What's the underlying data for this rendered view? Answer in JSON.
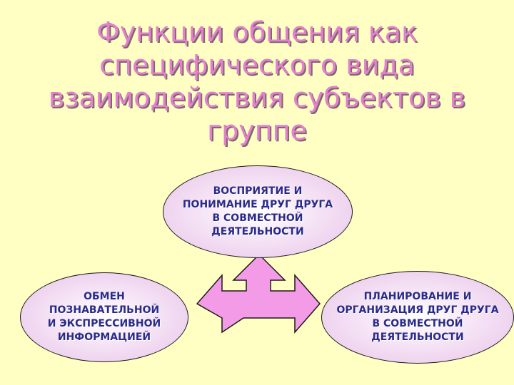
{
  "slide": {
    "title_lines": [
      "Функции общения как",
      "специфического вида",
      "взаимодействия субъектов в",
      "группе"
    ]
  },
  "diagram": {
    "top": "ВОСПРИЯТИЕ И\nПОНИМАНИЕ ДРУГ ДРУГА\nВ СОВМЕСТНОЙ\nДЕЯТЕЛЬНОСТИ",
    "left": "ОБМЕН\nПОЗНАВАТЕЛЬНОЙ\nИ ЭКСПРЕССИВНОЙ\nИНФОРМАЦИЕЙ",
    "right": "ПЛАНИРОВАНИЕ И\nОРГАНИЗАЦИЯ ДРУГ ДРУГА\nВ СОВМЕСТНОЙ\nДЕЯТЕЛЬНОСТИ"
  },
  "colors": {
    "background": "#FFFFC4",
    "title": "#E57FD0",
    "arrow": "#F49BE8",
    "ellipse_text": "#2a2a8a"
  }
}
